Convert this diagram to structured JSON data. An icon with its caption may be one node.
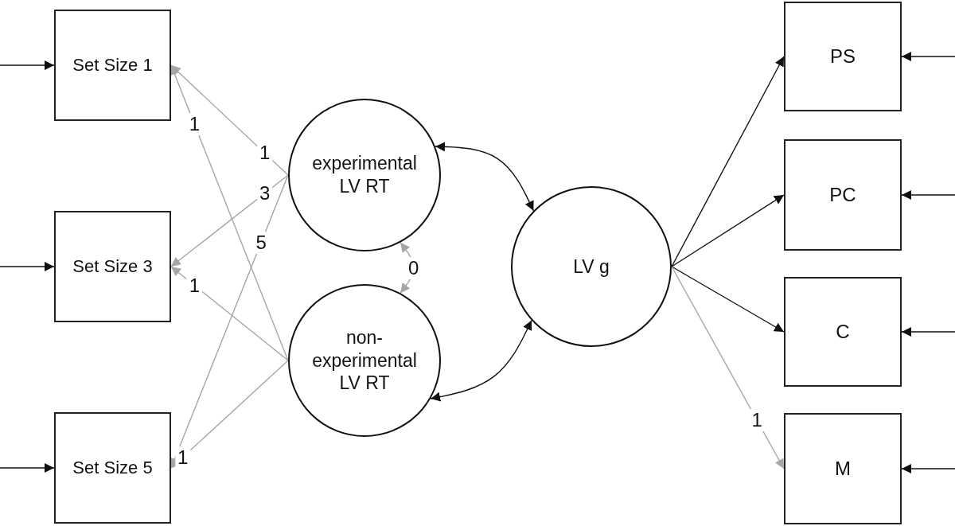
{
  "diagram": {
    "nodes": [
      {
        "text": [
          "Set Size 1"
        ]
      },
      {
        "text": [
          "Set Size 3"
        ]
      },
      {
        "text": [
          "Set Size 5"
        ]
      },
      {
        "text": [
          "experimental LV RT"
        ]
      },
      {
        "text": [
          "non-experimental LV RT"
        ]
      },
      {
        "text": [
          "LV g"
        ]
      },
      {
        "text": [
          "PS"
        ]
      },
      {
        "text": [
          "PC"
        ]
      },
      {
        "text": [
          "C"
        ]
      },
      {
        "text": [
          "M"
        ]
      }
    ],
    "edges": [
      {
        "from": null,
        "to": 0,
        "arrow": "to"
      },
      {
        "from": null,
        "to": 1,
        "arrow": "to"
      },
      {
        "from": null,
        "to": 2,
        "arrow": "to"
      },
      {
        "from": 3,
        "to": 0,
        "arrow": "to",
        "label": "1",
        "color": "#a6a6a6"
      },
      {
        "from": 3,
        "to": 1,
        "arrow": "to",
        "label": "3",
        "color": "#a6a6a6"
      },
      {
        "from": 3,
        "to": 2,
        "arrow": "to",
        "label": "5",
        "color": "#a6a6a6"
      },
      {
        "from": 4,
        "to": 0,
        "arrow": "to",
        "label": "1",
        "color": "#a6a6a6"
      },
      {
        "from": 4,
        "to": 1,
        "arrow": "to",
        "label": "1",
        "color": "#a6a6a6"
      },
      {
        "from": 4,
        "to": 2,
        "arrow": "to",
        "label": "1",
        "color": "#a6a6a6"
      },
      {
        "from": 3,
        "to": 5,
        "arrow": "both"
      },
      {
        "from": 4,
        "to": 5,
        "arrow": "both"
      },
      {
        "from": 3,
        "to": 4,
        "arrow": "both",
        "label": "0",
        "color": "#a6a6a6"
      },
      {
        "from": 5,
        "to": 6,
        "arrow": "to"
      },
      {
        "from": 5,
        "to": 7,
        "arrow": "to"
      },
      {
        "from": 5,
        "to": 8,
        "arrow": "to"
      },
      {
        "from": 5,
        "to": 9,
        "arrow": "to",
        "label": "1",
        "color": "#a6a6a6"
      },
      {
        "from": null,
        "to": 6,
        "arrow": "to"
      },
      {
        "from": null,
        "to": 7,
        "arrow": "to"
      },
      {
        "from": null,
        "to": 8,
        "arrow": "to"
      },
      {
        "from": null,
        "to": 9,
        "arrow": "to"
      }
    ]
  }
}
